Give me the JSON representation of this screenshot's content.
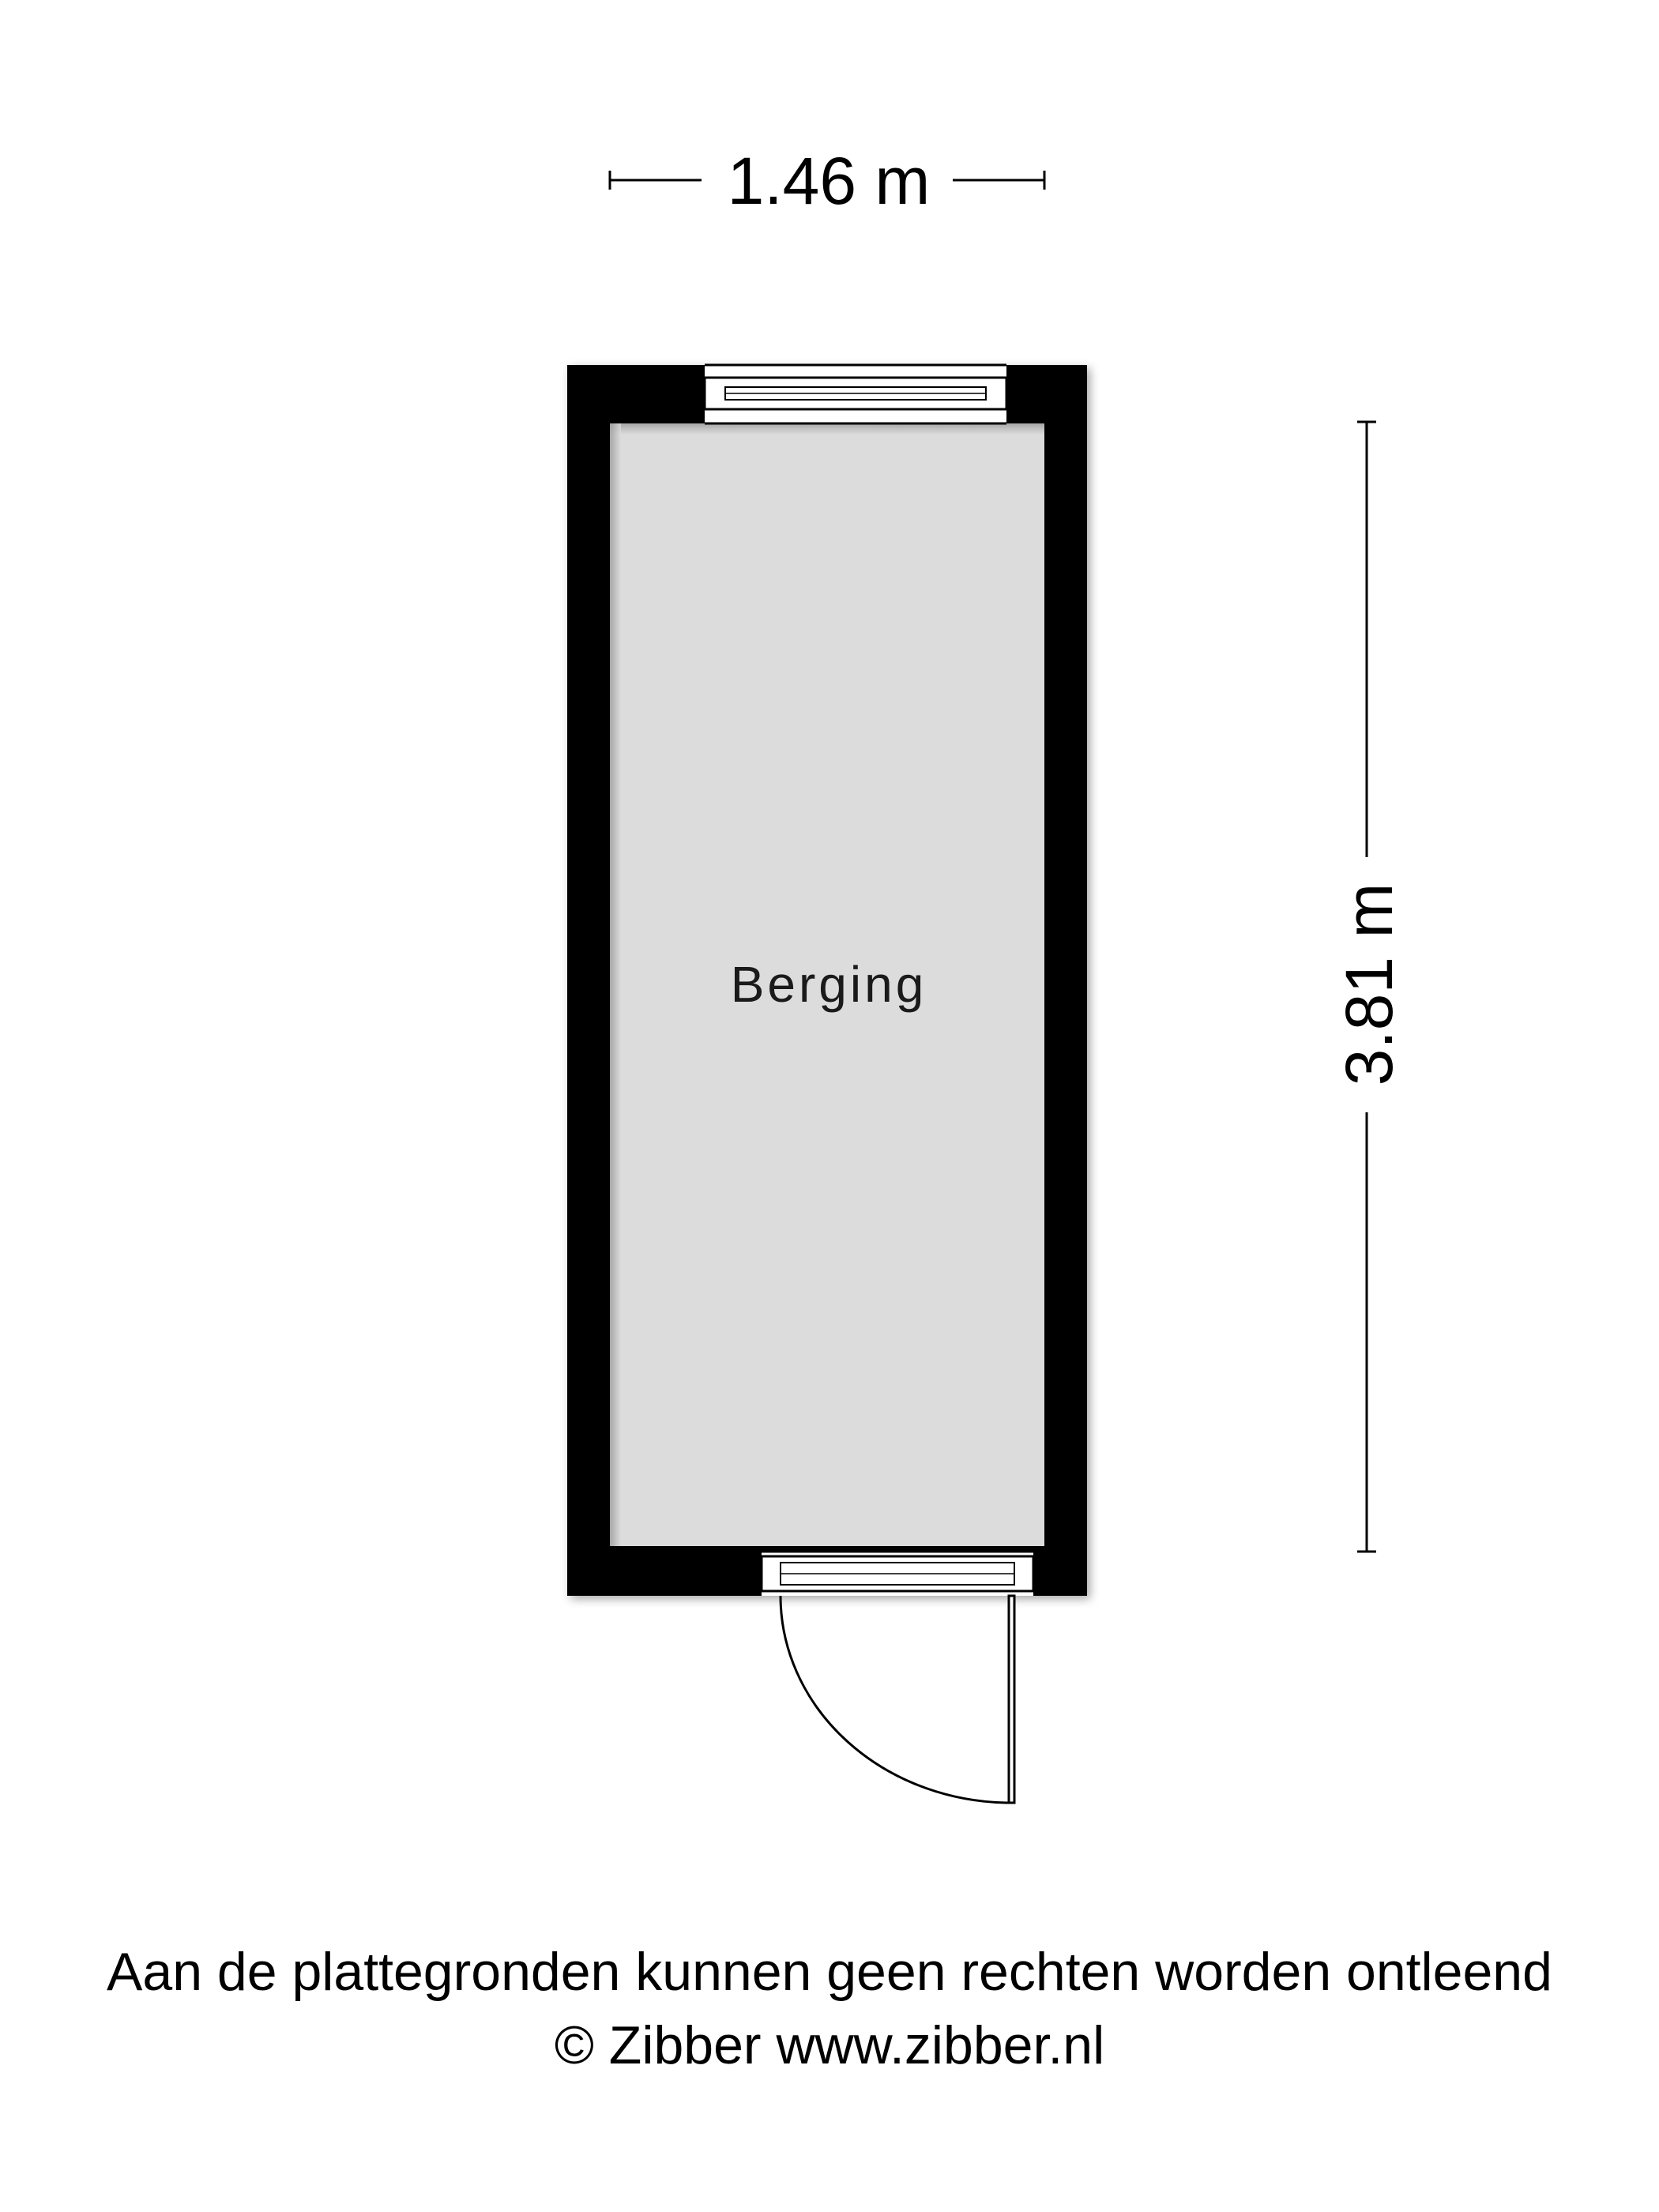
{
  "plan": {
    "width_dimension": "1.46 m",
    "height_dimension": "3.81 m",
    "room_name": "Berging"
  },
  "footer": {
    "disclaimer": "Aan de plattegronden kunnen geen rechten worden ontleend",
    "copyright": "© Zibber www.zibber.nl"
  },
  "colors": {
    "wall": "#000000",
    "floor": "#dcdcdc",
    "line": "#000000"
  }
}
